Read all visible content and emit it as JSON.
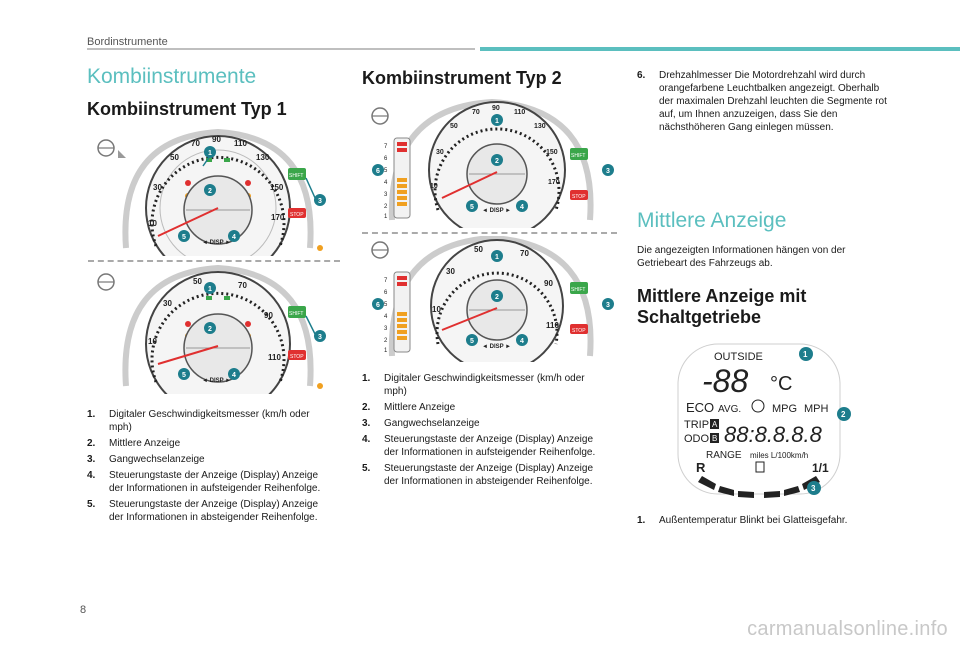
{
  "header": {
    "section": "Bordinstrumente"
  },
  "left": {
    "title": "Kombiinstrumente",
    "subtitle": "Kombiinstrument Typ 1",
    "items": [
      {
        "num": "1.",
        "text": "Digitaler Geschwindigkeitsmesser (km/h oder mph)"
      },
      {
        "num": "2.",
        "text": "Mittlere Anzeige"
      },
      {
        "num": "3.",
        "text": "Gangwechselanzeige"
      },
      {
        "num": "4.",
        "text": "Steuerungstaste der Anzeige (Display) Anzeige der Informationen in aufsteigender Reihenfolge."
      },
      {
        "num": "5.",
        "text": "Steuerungstaste der Anzeige (Display) Anzeige der Informationen in absteigender Reihenfolge."
      }
    ]
  },
  "middle": {
    "title": "Kombiinstrument Typ 2",
    "items": [
      {
        "num": "1.",
        "text": "Digitaler Geschwindigkeitsmesser (km/h oder mph)"
      },
      {
        "num": "2.",
        "text": "Mittlere Anzeige"
      },
      {
        "num": "3.",
        "text": "Gangwechselanzeige"
      },
      {
        "num": "4.",
        "text": "Steuerungstaste der Anzeige (Display) Anzeige der Informationen in aufsteigender Reihenfolge."
      },
      {
        "num": "5.",
        "text": "Steuerungstaste der Anzeige (Display) Anzeige der Informationen in absteigender Reihenfolge."
      }
    ]
  },
  "right": {
    "item6": {
      "num": "6.",
      "text": "Drehzahlmesser Die Motordrehzahl wird durch orangefarbene Leuchtbalken angezeigt. Oberhalb der maximalen Drehzahl leuchten die Segmente rot auf, um Ihnen anzuzeigen, dass Sie den nächsthöheren Gang einlegen müssen."
    },
    "title": "Mittlere Anzeige",
    "intro": "Die angezeigten Informationen hängen von der Getriebeart des Fahrzeugs ab.",
    "subtitle": "Mittlere Anzeige mit Schaltgetriebe",
    "items": [
      {
        "num": "1.",
        "text": "Außentemperatur Blinkt bei Glatteisgefahr."
      }
    ]
  },
  "dial": {
    "disp_label": "◄ DISP ►",
    "type1_ticks": [
      "10",
      "30",
      "50",
      "70",
      "90",
      "110",
      "130",
      "150",
      "170"
    ],
    "type1b_ticks": [
      "10",
      "30",
      "50",
      "70",
      "90",
      "110"
    ],
    "rpm_ticks": [
      "7",
      "6",
      "5",
      "4",
      "3",
      "2",
      "1"
    ],
    "shift_label": "SHIFT",
    "stop_label": "STOP",
    "markers": [
      "1",
      "2",
      "3",
      "4",
      "5",
      "6"
    ]
  },
  "lcd": {
    "outside": "OUTSIDE",
    "temp": "-88",
    "unit": "°C",
    "eco": "ECO",
    "avg": "AVG.",
    "mpg": "MPG",
    "mph": "MPH",
    "trip": "TRIP",
    "odo": "ODO",
    "trip_a": "A",
    "odo_b": "B",
    "digits": "88:8.8.8.8",
    "range": "RANGE",
    "range_units": "miles L/100km/h",
    "gear_r": "R",
    "fuel_frac": "1/1"
  },
  "page": {
    "number": "8"
  },
  "watermark": "carmanualsonline.info",
  "colors": {
    "accent": "#5bbfbf",
    "marker": "#1d7d8c",
    "red": "#e03030",
    "amber": "#f0a020",
    "green": "#3aa64a"
  }
}
